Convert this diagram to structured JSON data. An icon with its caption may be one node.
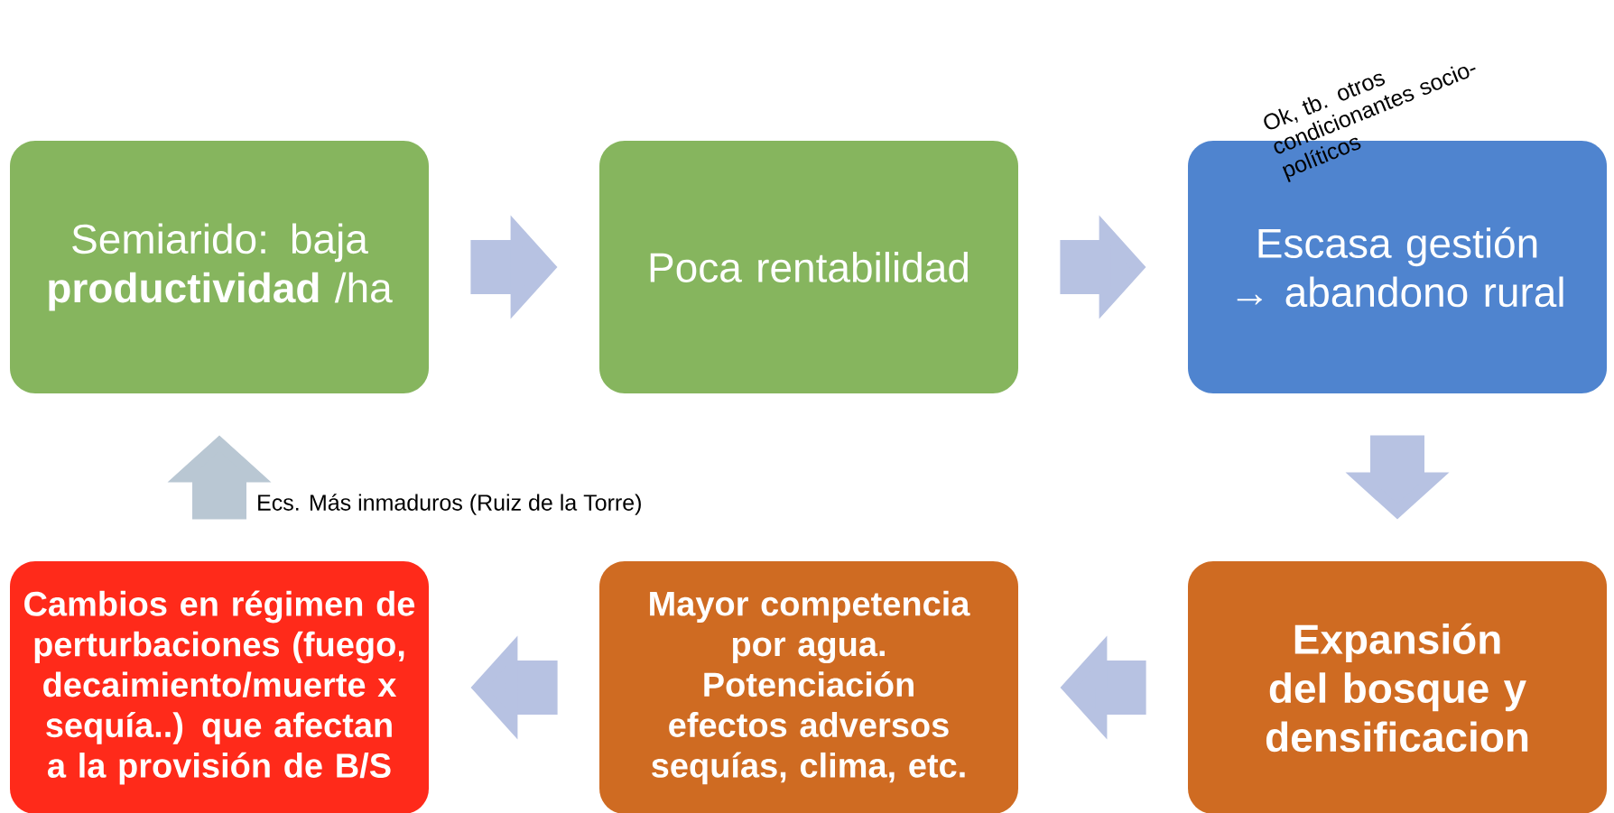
{
  "diagram": {
    "nodes": [
      {
        "text": [
          "Semiarido: baja **productividad** /ha"
        ]
      },
      {
        "text": [
          "Poca rentabilidad"
        ]
      },
      {
        "text": [
          "Escasa gestión → abandono rural"
        ]
      },
      {
        "text": [
          "Cambios en régimen de perturbaciones (fuego, decaimiento/muerte x sequía..) que afectan a la provisión de B/S"
        ]
      },
      {
        "text": [
          "Mayor competencia por agua. Potenciación efectos adversos sequías, clima, etc."
        ]
      },
      {
        "text": [
          "Expansión del bosque y densificacion"
        ]
      }
    ],
    "edges": [
      {
        "from": 0,
        "to": 1,
        "arrow": "to"
      },
      {
        "from": 1,
        "to": 2,
        "arrow": "to"
      },
      {
        "from": 2,
        "to": 5,
        "arrow": "to"
      },
      {
        "from": 5,
        "to": 4,
        "arrow": "to"
      },
      {
        "from": 4,
        "to": 3,
        "arrow": "to"
      },
      {
        "from": 3,
        "to": 0,
        "arrow": "to",
        "color": "#b9c7d3"
      }
    ],
    "labels": [
      "Ecs. Más inmaduros (Ruiz de la Torre)",
      "Ok, tb. otros condicionantes socio-políticos"
    ]
  }
}
